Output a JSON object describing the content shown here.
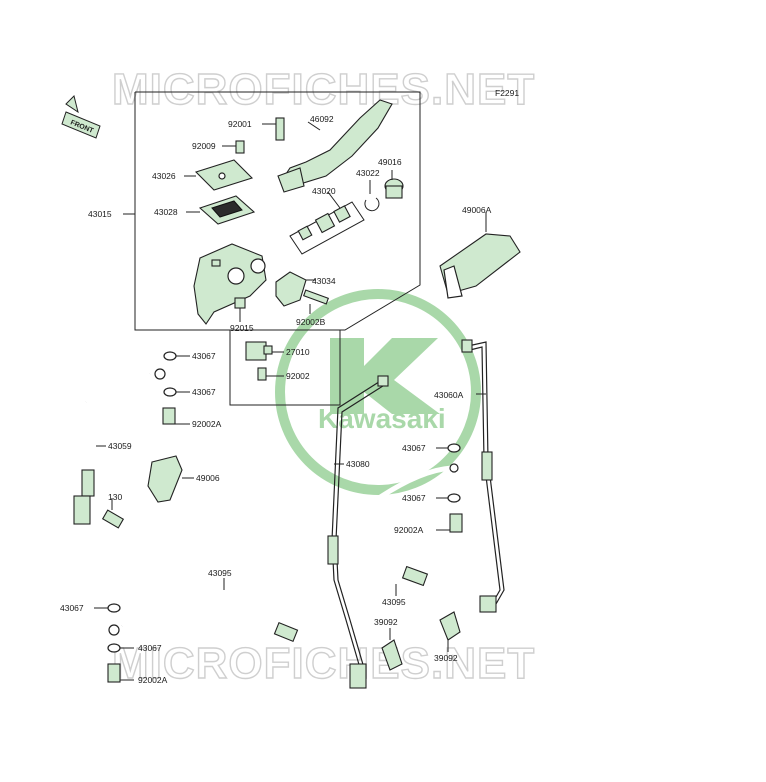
{
  "diagram": {
    "figure_code": "F2291",
    "watermark_text": "MICROFICHES.NET",
    "brand_text": "Kawasaki",
    "front_label": "FRONT",
    "colors": {
      "part_fill": "#cfe9cf",
      "line": "#222222",
      "logo": "#a9d8a9",
      "watermark": "#cfcfcf"
    },
    "labels": {
      "p92001": "92001",
      "p46092": "46092",
      "p92009": "92009",
      "p43026": "43026",
      "p49016": "49016",
      "p43022": "43022",
      "p43020": "43020",
      "p43015": "43015",
      "p43028": "43028",
      "p49006A": "49006A",
      "p43034": "43034",
      "p92002B": "92002B",
      "p92015": "92015",
      "p27010": "27010",
      "p43067_1": "43067",
      "p43067_2": "43067",
      "p92002_1": "92002",
      "p43060A": "43060A",
      "p92002A_1": "92002A",
      "p43059": "43059",
      "p43080": "43080",
      "p43067_3": "43067",
      "p49006": "49006",
      "p43067_4": "43067",
      "p130": "130",
      "p92002A_2": "92002A",
      "p43095_1": "43095",
      "p43095_2": "43095",
      "p43067_5": "43067",
      "p39092_1": "39092",
      "p39092_2": "39092",
      "p43067_6": "43067",
      "p92002A_3": "92002A"
    }
  }
}
